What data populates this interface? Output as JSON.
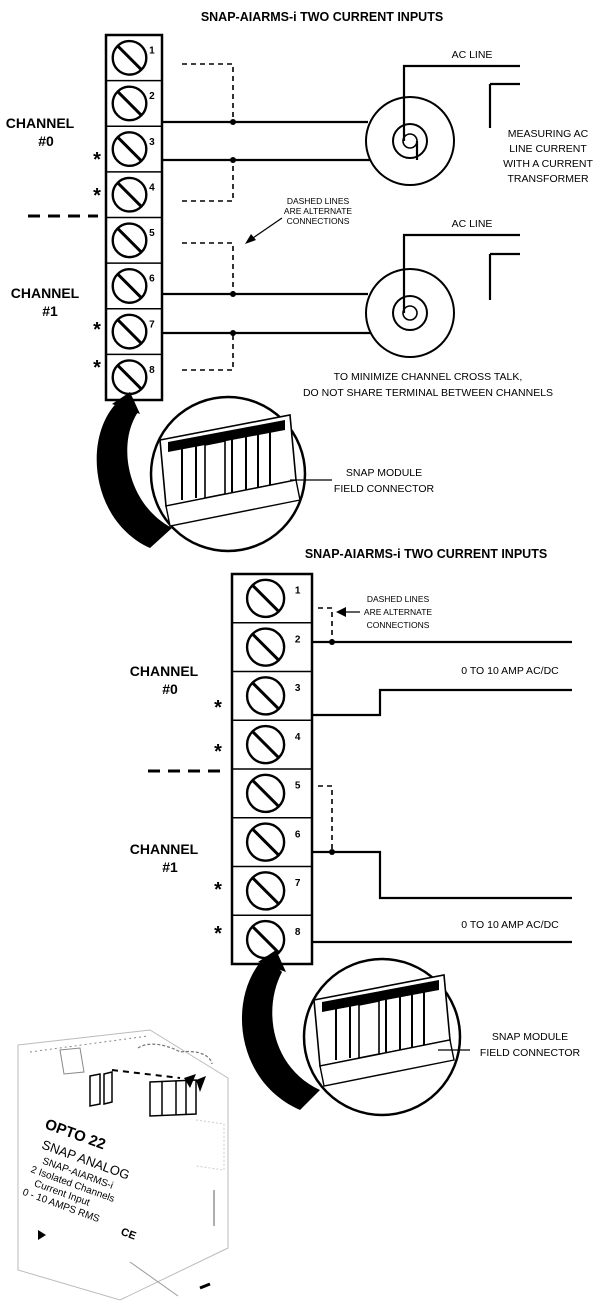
{
  "colors": {
    "ink": "#000000",
    "paper": "#ffffff",
    "gray": "#888888"
  },
  "diagram1": {
    "title": "SNAP-AIARMS-i TWO CURRENT INPUTS",
    "channel0": "CHANNEL",
    "channel0_num": "#0",
    "channel1": "CHANNEL",
    "channel1_num": "#1",
    "terminals": [
      "1",
      "2",
      "3",
      "4",
      "5",
      "6",
      "7",
      "8"
    ],
    "asterisk": "*",
    "ac_line_1": "AC LINE",
    "ac_line_2": "AC LINE",
    "measuring": [
      "MEASURING AC",
      "LINE CURRENT",
      "WITH A CURRENT",
      "TRANSFORMER"
    ],
    "dashed_note": [
      "DASHED LINES",
      "ARE ALTERNATE",
      "CONNECTIONS"
    ],
    "crosstalk": [
      "TO MINIMIZE CHANNEL CROSS TALK,",
      "DO NOT SHARE TERMINAL BETWEEN CHANNELS"
    ],
    "connector": [
      "SNAP MODULE",
      "FIELD CONNECTOR"
    ]
  },
  "diagram2": {
    "title": "SNAP-AIARMS-i TWO CURRENT INPUTS",
    "channel0": "CHANNEL",
    "channel0_num": "#0",
    "channel1": "CHANNEL",
    "channel1_num": "#1",
    "terminals": [
      "1",
      "2",
      "3",
      "4",
      "5",
      "6",
      "7",
      "8"
    ],
    "asterisk": "*",
    "dashed_note": [
      "DASHED LINES",
      "ARE ALTERNATE",
      "CONNECTIONS"
    ],
    "range_1": "0 TO 10 AMP AC/DC",
    "range_2": "0 TO 10 AMP AC/DC",
    "connector": [
      "SNAP MODULE",
      "FIELD CONNECTOR"
    ]
  },
  "module": {
    "brand": "OPTO 22",
    "product": "SNAP ANALOG",
    "model": "SNAP-AIARMS-i",
    "line1": "2 Isolated Channels",
    "line2": "Current Input",
    "line3": "0 - 10 AMPS RMS",
    "mark": "CE"
  }
}
